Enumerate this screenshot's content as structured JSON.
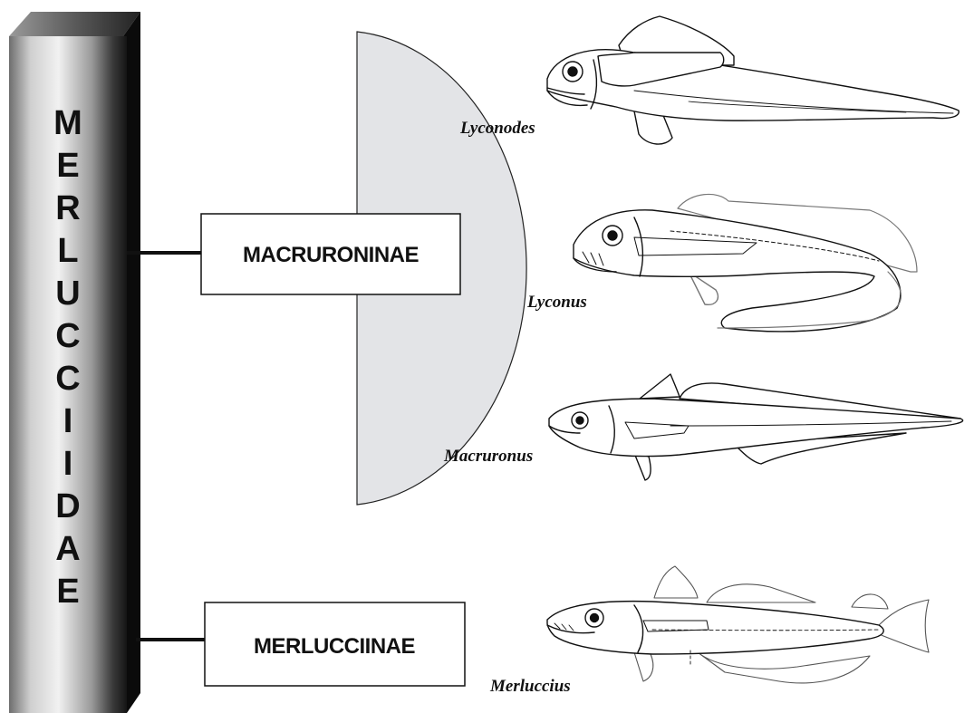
{
  "family": {
    "name": "MERLUCCIIDAE"
  },
  "subfamilies": [
    {
      "label": "MACRURONINAE",
      "genera": [
        "Lyconodes",
        "Lyconus",
        "Macruronus"
      ]
    },
    {
      "label": "MERLUCCIINAE",
      "genera": [
        "Merluccius"
      ]
    }
  ],
  "colors": {
    "pillar_dark": "#151515",
    "pillar_light": "#eeeeee",
    "bracket_fill": "#e3e4e7",
    "line": "#111111",
    "box_fill": "#ffffff"
  },
  "icons": [
    "lyconodes-fish-icon",
    "lyconus-fish-icon",
    "macruronus-fish-icon",
    "merluccius-fish-icon"
  ]
}
